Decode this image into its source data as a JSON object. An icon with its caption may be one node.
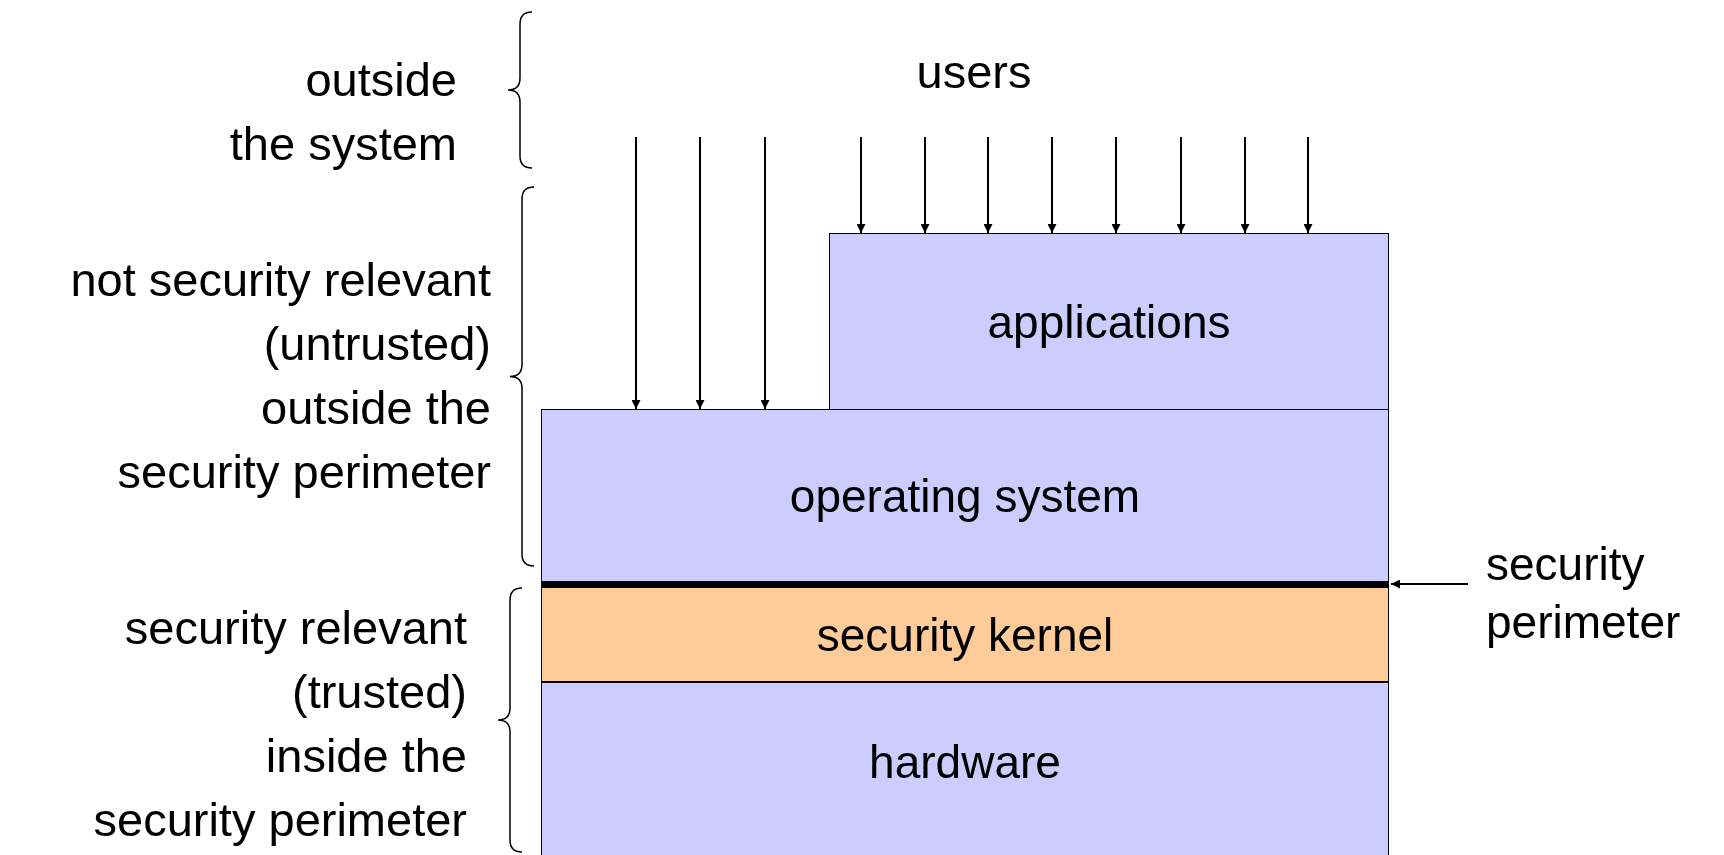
{
  "diagram": {
    "nodes": [
      {
        "text": [
          "applications"
        ]
      },
      {
        "text": [
          "operating system"
        ]
      },
      {
        "text": [],
        "shape": "bar"
      },
      {
        "text": [
          "security kernel"
        ]
      },
      {
        "text": [
          "hardware"
        ]
      },
      {
        "text": [
          "security perimeter"
        ]
      }
    ],
    "edges": [
      {
        "from": null,
        "to": 1,
        "arrow": "to"
      },
      {
        "from": null,
        "to": 1,
        "arrow": "to"
      },
      {
        "from": null,
        "to": 1,
        "arrow": "to"
      },
      {
        "from": null,
        "to": 0,
        "arrow": "to"
      },
      {
        "from": null,
        "to": 0,
        "arrow": "to"
      },
      {
        "from": null,
        "to": 0,
        "arrow": "to"
      },
      {
        "from": null,
        "to": 0,
        "arrow": "to"
      },
      {
        "from": null,
        "to": 0,
        "arrow": "to"
      },
      {
        "from": null,
        "to": 0,
        "arrow": "to"
      },
      {
        "from": null,
        "to": 0,
        "arrow": "to"
      },
      {
        "from": null,
        "to": 0,
        "arrow": "to"
      },
      {
        "from": 5,
        "to": 2,
        "arrow": "to"
      }
    ],
    "labels": [
      "outside the system",
      "users",
      "not security relevant (untrusted)",
      "outside the security perimeter",
      "security relevant (trusted)",
      "inside the security perimeter"
    ]
  }
}
